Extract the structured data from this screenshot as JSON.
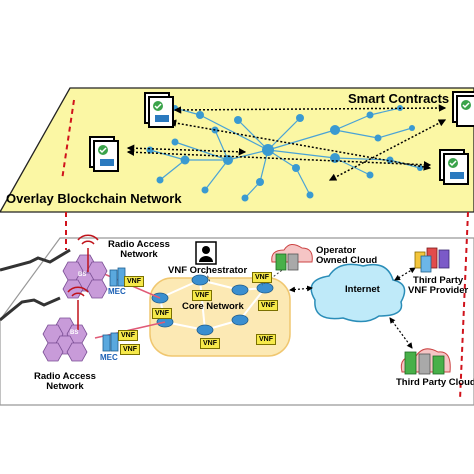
{
  "overlay": {
    "smart_contracts_label": "Smart Contracts",
    "network_label": "Overlay Blockchain Network"
  },
  "infrastructure": {
    "radio_access_top": "Radio Access\nNetwork",
    "radio_access_bottom": "Radio Access\nNetwork",
    "vnf_orchestrator": "VNF Orchestrator",
    "operator_cloud": "Operator\nOwned Cloud",
    "core_network": "Core Network",
    "internet": "Internet",
    "third_party_provider": "Third Party\nVNF Provider",
    "third_party_cloud": "Third Party Cloud",
    "mec": "MEC",
    "vnf": "VNF",
    "bs": "BS"
  },
  "colors": {
    "overlay_plane": "#fbf7a4",
    "node": "#3a9ad1",
    "core_network_area": "#fce9b4",
    "cloud_fill": "#bfeaf9"
  }
}
